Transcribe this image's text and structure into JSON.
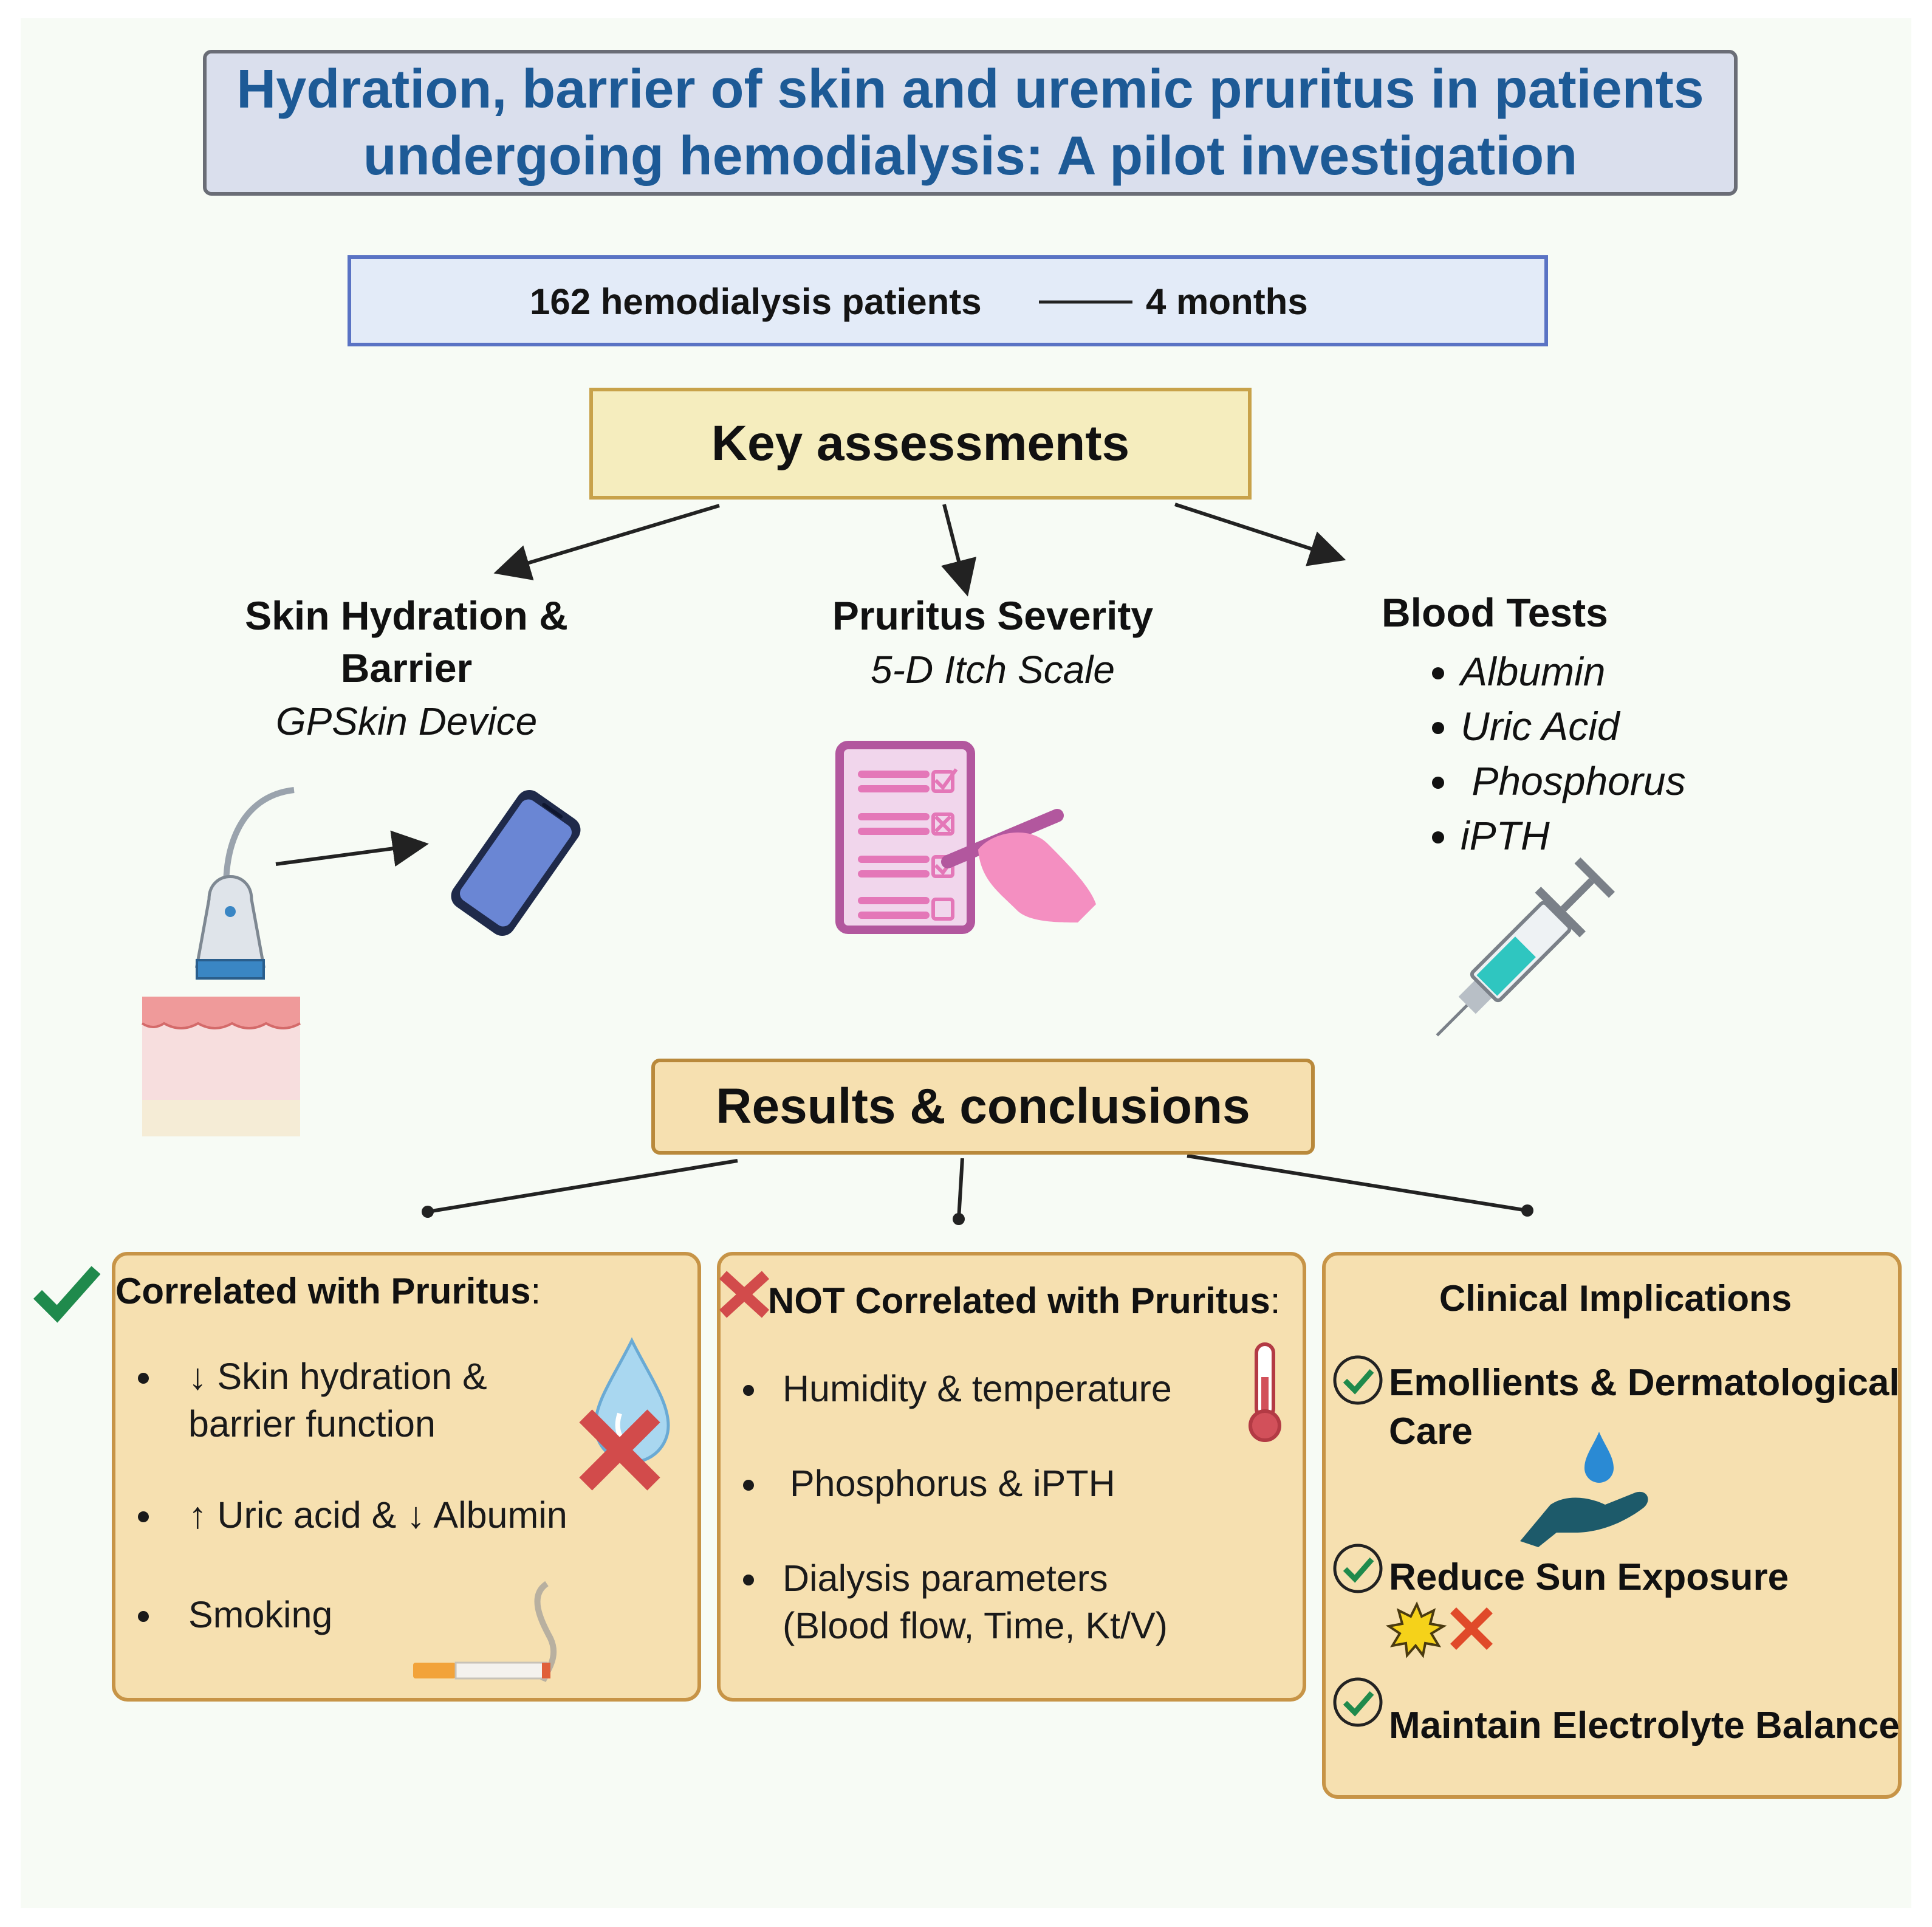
{
  "title": {
    "line1": "Hydration, barrier of skin and uremic pruritus in patients",
    "line2": "undergoing hemodialysis: A pilot investigation"
  },
  "study": {
    "patients": "162 hemodialysis patients",
    "duration": "4 months"
  },
  "key_assessments": {
    "heading": "Key assessments",
    "skin": {
      "title_line1": "Skin Hydration &",
      "title_line2": "Barrier",
      "method": "GPSkin Device"
    },
    "pruritus": {
      "title": "Pruritus Severity",
      "method": "5-D Itch Scale"
    },
    "blood": {
      "title": "Blood Tests",
      "items": [
        "Albumin",
        "Uric Acid",
        " Phosphorus",
        "iPTH"
      ]
    }
  },
  "results": {
    "heading": "Results & conclusions",
    "correlated": {
      "title": "Correlated with Pruritus",
      "title_suffix": ":",
      "items": [
        "↓ Skin hydration &",
        "barrier function",
        "↑ Uric acid & ↓ Albumin",
        "Smoking"
      ]
    },
    "not_correlated": {
      "title": "NOT Correlated with Pruritus",
      "title_suffix": ":",
      "items": [
        "Humidity & temperature",
        "Phosphorus & iPTH",
        "Dialysis parameters",
        "(Blood flow, Time, Kt/V)"
      ]
    },
    "implications": {
      "title": "Clinical Implications",
      "items": [
        "Emollients & Dermatological",
        "Care",
        "Reduce Sun Exposure",
        "Maintain Electrolyte Balance"
      ]
    }
  },
  "colors": {
    "title_text": "#1d5a96",
    "check_green": "#1f8a4c",
    "cross_red": "#d24b4b",
    "panel_fill": "#f6e0b0",
    "panel_border": "#c79447"
  },
  "icons": [
    "ultrasound-probe-icon",
    "smartphone-icon",
    "skin-layer-icon",
    "checklist-icon",
    "hand-pen-icon",
    "syringe-icon",
    "check-icon",
    "cross-icon",
    "water-drop-icon",
    "thermometer-icon",
    "cigarette-icon",
    "hand-drop-icon",
    "sun-icon"
  ]
}
